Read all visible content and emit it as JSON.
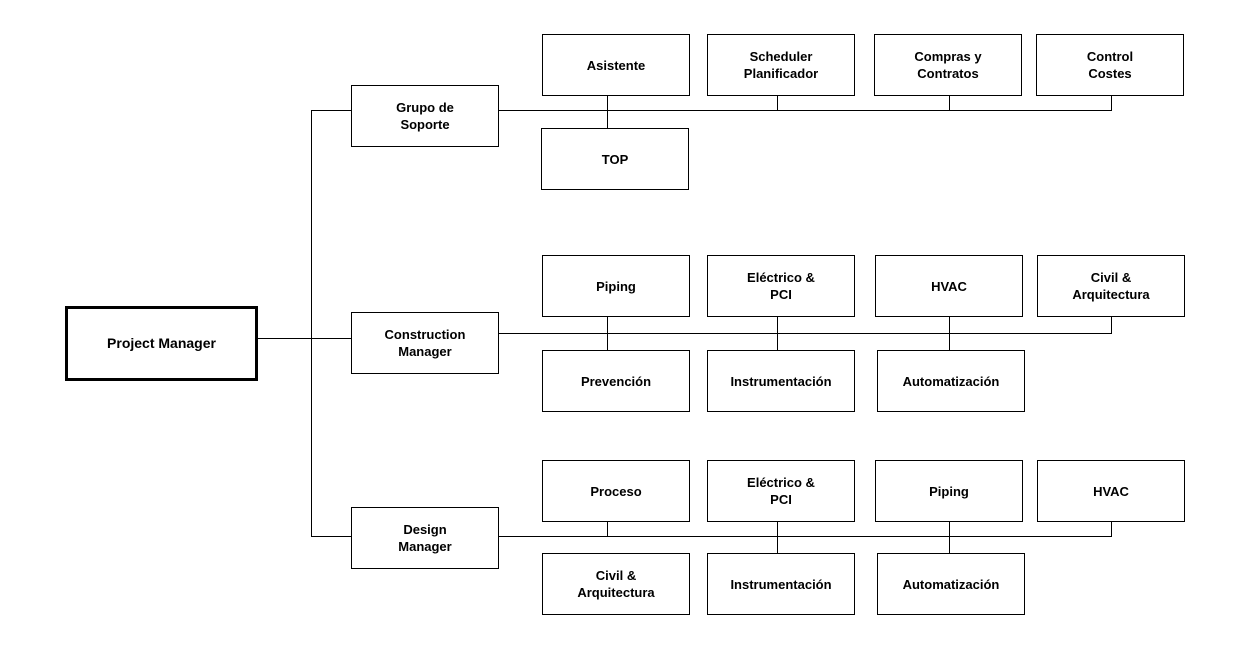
{
  "root": "Project Manager",
  "groups": [
    {
      "label": "Grupo de\nSoporte",
      "top_row": [
        "Asistente",
        "Scheduler\nPlanificador",
        "Compras y\nContratos",
        "Control\nCostes"
      ],
      "bottom_row": [
        "TOP"
      ]
    },
    {
      "label": "Construction\nManager",
      "top_row": [
        "Piping",
        "Eléctrico &\nPCI",
        "HVAC",
        "Civil &\nArquitectura"
      ],
      "bottom_row": [
        "Prevención",
        "Instrumentación",
        "Automatización"
      ]
    },
    {
      "label": "Design\nManager",
      "top_row": [
        "Proceso",
        "Eléctrico &\nPCI",
        "Piping",
        "HVAC"
      ],
      "bottom_row": [
        "Civil &\nArquitectura",
        "Instrumentación",
        "Automatización"
      ]
    }
  ]
}
